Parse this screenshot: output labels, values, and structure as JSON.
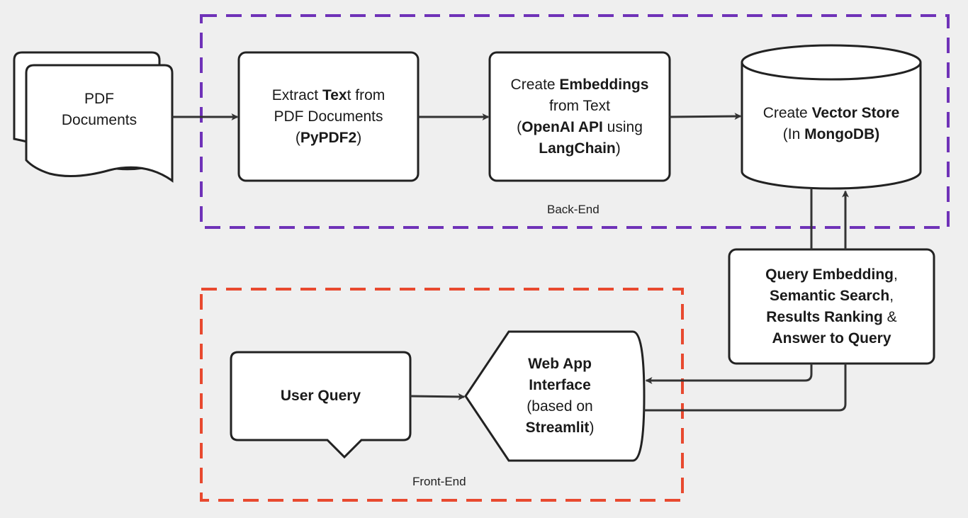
{
  "colors": {
    "background": "#efefef",
    "box_fill": "#ffffff",
    "stroke": "#222222",
    "backend_border": "#6f32b8",
    "frontend_border": "#e8492f"
  },
  "groups": {
    "backend_label": "Back-End",
    "frontend_label": "Front-End"
  },
  "nodes": {
    "pdf": {
      "shape": "document-stack",
      "line1": "PDF",
      "line2": "Documents"
    },
    "extract": {
      "shape": "rounded-rect",
      "l1_a": "Extract ",
      "l1_b": "Tex",
      "l1_c": "t from",
      "l2": "PDF Documents",
      "l3_open": "(",
      "l3_bold": "PyPDF2",
      "l3_close": ")"
    },
    "embed": {
      "shape": "rounded-rect",
      "l1_a": "Create ",
      "l1_b": "Embeddings",
      "l2": "from Text",
      "l3_open": "(",
      "l3_bold": "OpenAI API",
      "l3_rest": " using",
      "l4_bold": "LangChain",
      "l4_close": ")"
    },
    "vector": {
      "shape": "cylinder",
      "l1_a": "Create ",
      "l1_b": "Vector Store",
      "l2_a": "(In ",
      "l2_b": "MongoDB)"
    },
    "query": {
      "shape": "rounded-rect",
      "l1_bold": "Query Embedding",
      "l1_tail": ",",
      "l2_bold": "Semantic Search",
      "l2_tail": ",",
      "l3_bold": "Results Ranking",
      "l3_tail": " &",
      "l4_bold": "Answer to Query"
    },
    "user": {
      "shape": "speech-bubble",
      "label": "User Query"
    },
    "webapp": {
      "shape": "display",
      "l1_bold": "Web App",
      "l2_bold": "Interface",
      "l3": "(based on",
      "l4_bold": "Streamlit",
      "l4_close": ")"
    }
  },
  "edges": [
    {
      "from": "pdf",
      "to": "extract"
    },
    {
      "from": "extract",
      "to": "embed"
    },
    {
      "from": "embed",
      "to": "vector"
    },
    {
      "from": "query",
      "to": "vector"
    },
    {
      "from": "vector",
      "to": "query"
    },
    {
      "from": "query",
      "to": "webapp"
    },
    {
      "from": "webapp",
      "to": "query"
    },
    {
      "from": "user",
      "to": "webapp"
    }
  ]
}
